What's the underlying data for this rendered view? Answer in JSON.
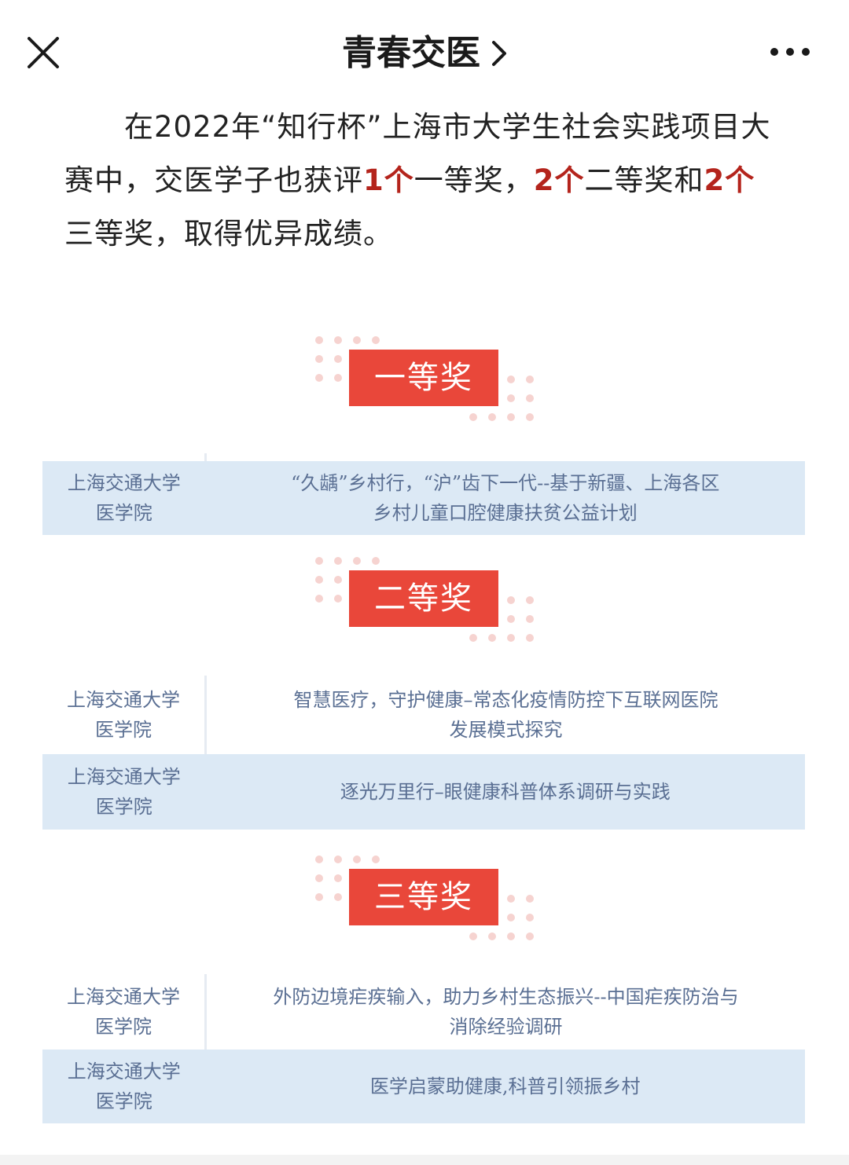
{
  "nav": {
    "title": "青春交医"
  },
  "intro": {
    "line1": "在2022年“知行杯”上海市大学生社会实践项目大",
    "line2_a": "赛中，交医学子也获评",
    "line2_h1": "1个",
    "line2_b": "一等奖，",
    "line2_h2": "2个",
    "line2_c": "二等奖和",
    "line2_h3": "2个",
    "line3": "三等奖，取得优异成绩。"
  },
  "awards": {
    "first": {
      "label": "一等奖",
      "rows": [
        {
          "school_l1": "上海交通大学",
          "school_l2": "医学院",
          "project_l1": "“久龋”乡村行，“沪”齿下一代--基于新疆、上海各区",
          "project_l2": "乡村儿童口腔健康扶贫公益计划"
        }
      ]
    },
    "second": {
      "label": "二等奖",
      "rows": [
        {
          "school_l1": "上海交通大学",
          "school_l2": "医学院",
          "project_l1": "智慧医疗，守护健康–常态化疫情防控下互联网医院",
          "project_l2": "发展模式探究"
        },
        {
          "school_l1": "上海交通大学",
          "school_l2": "医学院",
          "project_l1": "逐光万里行–眼健康科普体系调研与实践",
          "project_l2": ""
        }
      ]
    },
    "third": {
      "label": "三等奖",
      "rows": [
        {
          "school_l1": "上海交通大学",
          "school_l2": "医学院",
          "project_l1": "外防边境疟疾输入，助力乡村生态振兴--中国疟疾防治与",
          "project_l2": "消除经验调研"
        },
        {
          "school_l1": "上海交通大学",
          "school_l2": "医学院",
          "project_l1": "医学启蒙助健康,科普引领振乡村",
          "project_l2": ""
        }
      ]
    }
  },
  "colors": {
    "badge_red": "#e9473a",
    "highlight_red": "#b4241c",
    "table_blue": "#dce9f5",
    "table_text": "#5a6f93",
    "dot_pink": "#f6d3d0"
  }
}
